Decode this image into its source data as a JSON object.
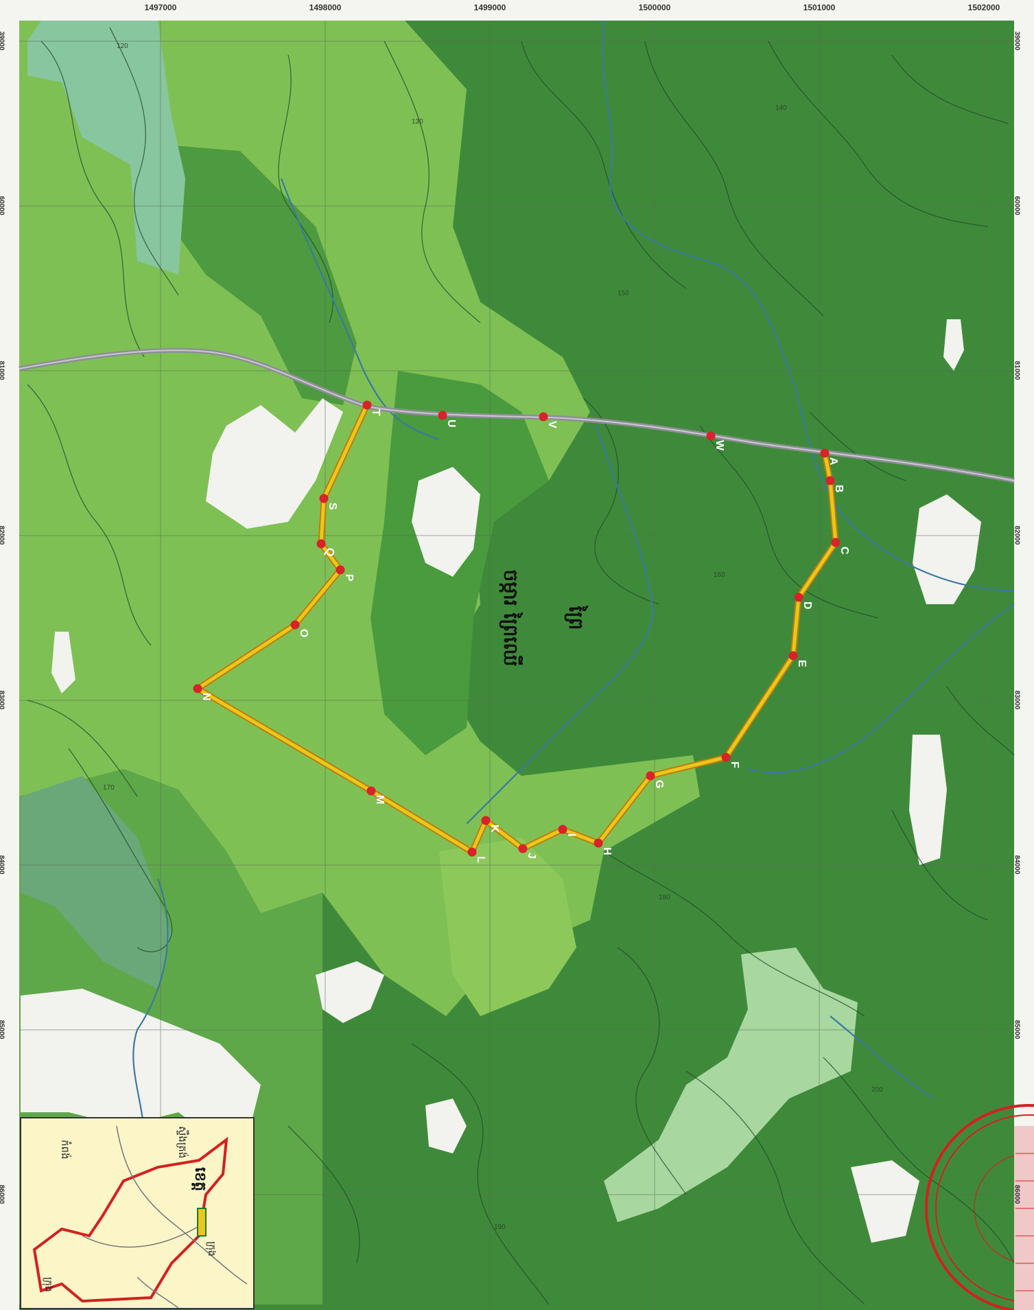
{
  "map": {
    "grid_top_ticks": [
      "1497000",
      "1498000",
      "1499000",
      "1500000",
      "1501000",
      "1502000"
    ],
    "grid_side_ticks": [
      "39000",
      "60000",
      "81000",
      "82000",
      "83000",
      "84000",
      "85000",
      "86000"
    ],
    "route_points": [
      "A",
      "B",
      "C",
      "D",
      "E",
      "F",
      "G",
      "H",
      "I",
      "J",
      "K",
      "L",
      "M",
      "N",
      "O",
      "P",
      "Q",
      "S",
      "T",
      "U",
      "V",
      "W"
    ],
    "area_name_line1": "ព្រៃ",
    "area_name_line2": "ចម្ការ ព្រៃឈើ",
    "contour_values": [
      "120",
      "130",
      "140",
      "150",
      "160",
      "170",
      "180",
      "190",
      "200"
    ],
    "inset": {
      "title": "ខេត្ត",
      "label_left": "កំពង់",
      "label_mid": "ស្ទឹងត្រង់",
      "label_right": "ក្រុង"
    },
    "colors": {
      "dark_forest": "#3f8a3a",
      "mid_forest": "#5ea845",
      "light_forest": "#8cc95a",
      "pale_patch": "#a8d8a0",
      "clearing": "#f2f2ee",
      "road": "#8e8e96",
      "route": "#e9c81a",
      "point": "#d8232a",
      "stream": "#3a7aa0",
      "stamp": "#d42020",
      "inset_bg": "#fbf5c8"
    }
  }
}
